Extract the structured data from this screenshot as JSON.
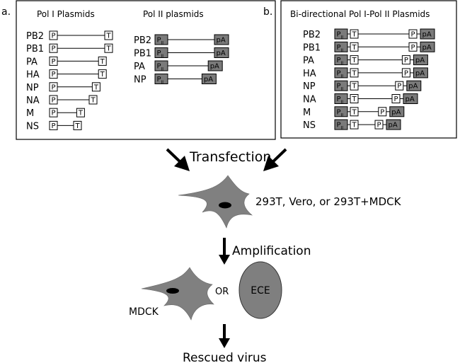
{
  "panel_a": {
    "letter": "a.",
    "pol1_title": "Pol I Plasmids",
    "pol2_title": "Pol II plasmids",
    "pol1_segments": [
      {
        "name": "PB2",
        "length": 3
      },
      {
        "name": "PB1",
        "length": 3
      },
      {
        "name": "PA",
        "length": 2.6
      },
      {
        "name": "HA",
        "length": 2.6
      },
      {
        "name": "NP",
        "length": 2.2
      },
      {
        "name": "NA",
        "length": 2.0
      },
      {
        "name": "M",
        "length": 1.2
      },
      {
        "name": "NS",
        "length": 1.0
      }
    ],
    "pol2_segments": [
      {
        "name": "PB2",
        "length": 3
      },
      {
        "name": "PB1",
        "length": 3
      },
      {
        "name": "PA",
        "length": 2.6
      },
      {
        "name": "NP",
        "length": 2.2
      }
    ]
  },
  "panel_b": {
    "letter": "b.",
    "title": "Bi-directional Pol I-Pol II Plasmids",
    "segments": [
      {
        "name": "PB2",
        "length": 3
      },
      {
        "name": "PB1",
        "length": 3
      },
      {
        "name": "PA",
        "length": 2.6
      },
      {
        "name": "HA",
        "length": 2.6
      },
      {
        "name": "NP",
        "length": 2.2
      },
      {
        "name": "NA",
        "length": 2.0
      },
      {
        "name": "M",
        "length": 1.2
      },
      {
        "name": "NS",
        "length": 1.0
      }
    ]
  },
  "box_labels": {
    "promoter": "P",
    "terminator": "T",
    "pol2_promoter": "P",
    "pol2_subscript": "II",
    "polya": "pA"
  },
  "flow": {
    "transfection": "Transfection",
    "cell_lines": "293T, Vero, or 293T+MDCK",
    "amplification": "Amplification",
    "mdck": "MDCK",
    "or": "OR",
    "ece": "ECE",
    "rescued": "Rescued virus"
  },
  "colors": {
    "dark_box": "#7a7a7a",
    "cell": "#808080",
    "egg": "#7f7f7f"
  }
}
